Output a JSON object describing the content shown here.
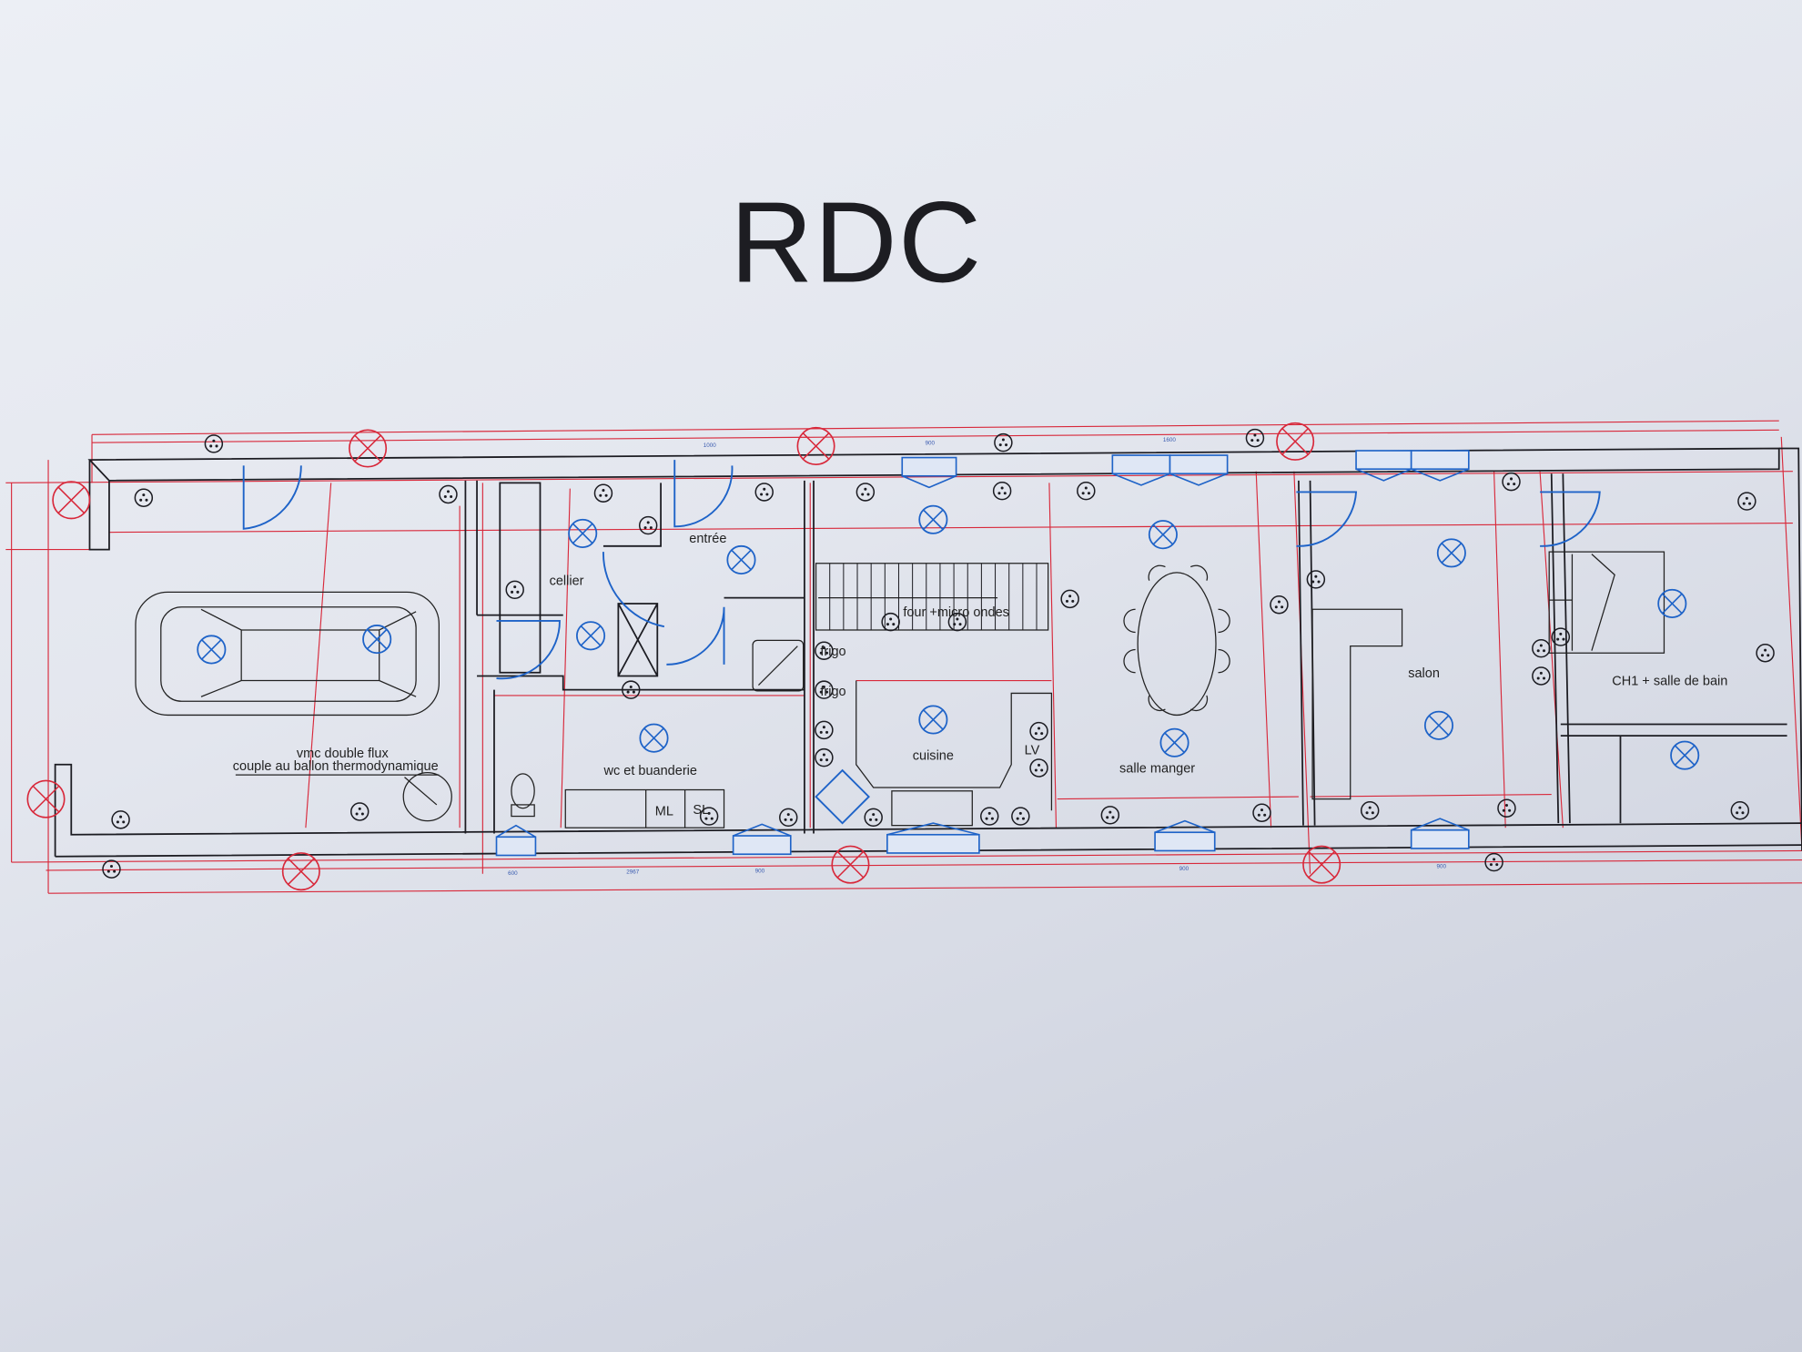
{
  "title": "RDC",
  "rooms": {
    "cellier": "cellier",
    "entree": "entrée",
    "wc_buanderie": "wc et buanderie",
    "cuisine": "cuisine",
    "lv": "LV",
    "salle_manger": "salle manger",
    "salon": "salon",
    "ch1": "CH1 + salle de bain"
  },
  "annotations": {
    "frigo_1": "frigo",
    "frigo_2": "frigo",
    "four": "four +micro ondes",
    "vmc_line1": "vmc double flux",
    "vmc_line2": "couple au ballon thermodynamique",
    "ml": "ML",
    "sl": "SL"
  },
  "dimensions": {
    "top_1": "1000",
    "top_2": "900",
    "top_3": "1600",
    "bottom_1": "600",
    "bottom_2": "2967",
    "bottom_3": "900",
    "bottom_4": "900",
    "bottom_5": "900"
  },
  "colors": {
    "wall": "#1c1c22",
    "dimension_lines": "#d8283a",
    "lights_doors_windows": "#1e63c8",
    "paper": "#e3e6ee"
  }
}
